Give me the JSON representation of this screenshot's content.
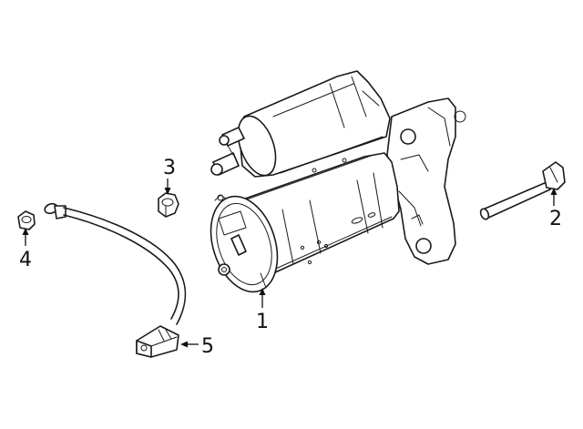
{
  "callouts": {
    "c1": "1",
    "c2": "2",
    "c3": "3",
    "c4": "4",
    "c5": "5"
  },
  "parts": [
    {
      "ref": "1",
      "icon": "starter-motor-icon"
    },
    {
      "ref": "2",
      "icon": "bolt-icon"
    },
    {
      "ref": "3",
      "icon": "nut-icon"
    },
    {
      "ref": "4",
      "icon": "nut-icon"
    },
    {
      "ref": "5",
      "icon": "cable-harness-icon"
    }
  ],
  "colors": {
    "ink": "#1a1a1a",
    "background": "#ffffff"
  }
}
